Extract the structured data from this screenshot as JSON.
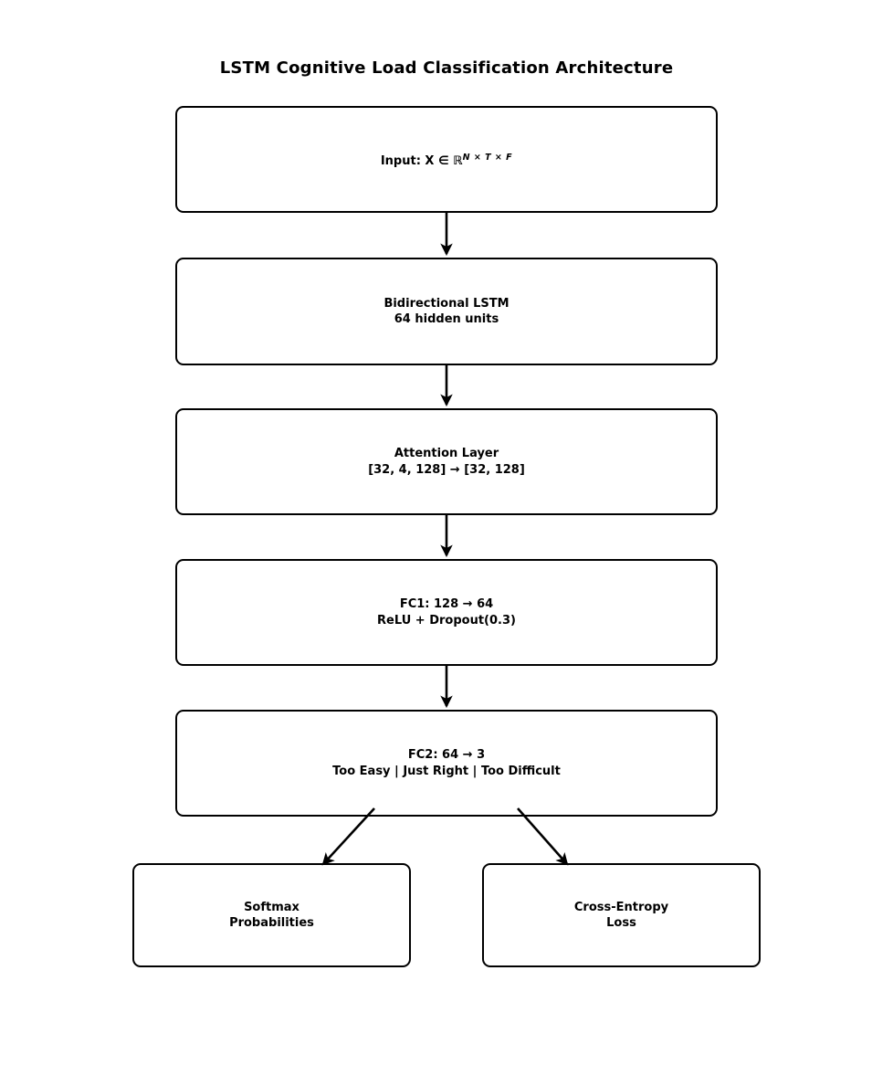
{
  "title": "LSTM Cognitive Load Classification Architecture",
  "boxes": {
    "input": {
      "text": "Input: X ∈ ℝ",
      "sup": "N × T × F"
    },
    "bilstm": {
      "line1": "Bidirectional LSTM",
      "line2": "64 hidden units"
    },
    "attention": {
      "line1": "Attention Layer",
      "line2": "[32, 4, 128] → [32, 128]"
    },
    "fc1": {
      "line1": "FC1: 128 → 64",
      "line2": "ReLU + Dropout(0.3)"
    },
    "fc2": {
      "line1": "FC2: 64 → 3",
      "line2": "Too Easy | Just Right | Too Difficult"
    },
    "softmax": {
      "line1": "Softmax",
      "line2": "Probabilities"
    },
    "loss": {
      "line1": "Cross-Entropy",
      "line2": "Loss"
    }
  },
  "colors": {
    "ink": "#000000",
    "box_fill": "#ffffff",
    "background": "#ffffff"
  }
}
